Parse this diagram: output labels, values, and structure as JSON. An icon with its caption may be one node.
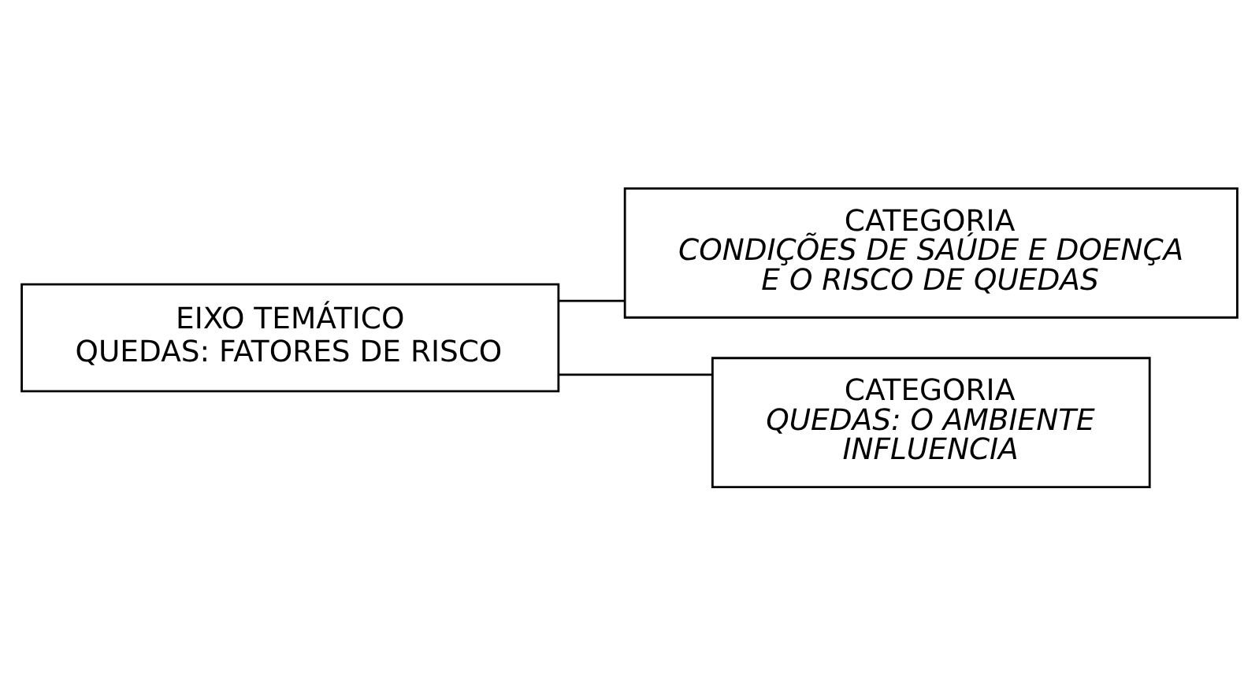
{
  "diagram": {
    "nodes": [
      {
        "text": [
          "EIXO TEMÁTICO",
          "QUEDAS: FATORES DE RISCO"
        ]
      },
      {
        "text": [
          "CATEGORIA",
          "CONDIÇÕES DE SAÚDE E DOENÇA E O RISCO DE QUEDAS"
        ]
      },
      {
        "text": [
          "CATEGORIA",
          "QUEDAS: O AMBIENTE INFLUENCIA"
        ]
      }
    ],
    "edges": [
      {
        "from": 0,
        "to": 1,
        "arrow": "none"
      },
      {
        "from": 0,
        "to": 2,
        "arrow": "none"
      }
    ]
  }
}
